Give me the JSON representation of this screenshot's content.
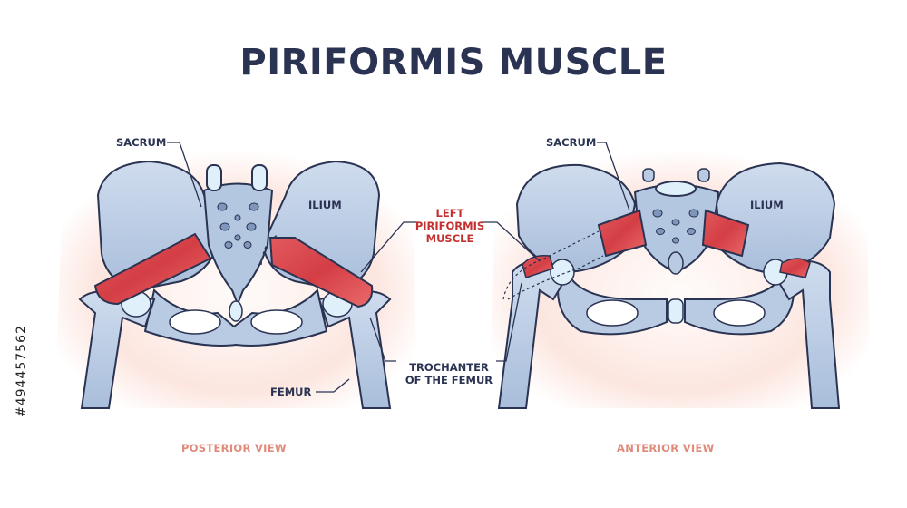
{
  "title": "PIRIFORMIS MUSCLE",
  "labels": {
    "sacrum_left": "SACRUM",
    "ilium_left": "ILIUM",
    "piriformis_line1": "LEFT",
    "piriformis_line2": "PIRIFORMIS",
    "piriformis_line3": "MUSCLE",
    "trochanter_line1": "TROCHANTER",
    "trochanter_line2": "OF THE FEMUR",
    "femur": "FEMUR",
    "sacrum_right": "SACRUM",
    "ilium_right": "ILIUM"
  },
  "views": {
    "posterior": "POSTERIOR VIEW",
    "anterior": "ANTERIOR VIEW"
  },
  "stock_id": "#494457562",
  "colors": {
    "title": "#2a3352",
    "bone": "#b9cbe3",
    "bone_shadow": "#8fa7c9",
    "cartilage": "#dff0fb",
    "muscle": "#d9434a",
    "label_red": "#c4302f",
    "view_label": "#e08a7a",
    "glow": "#f9d6cc"
  }
}
